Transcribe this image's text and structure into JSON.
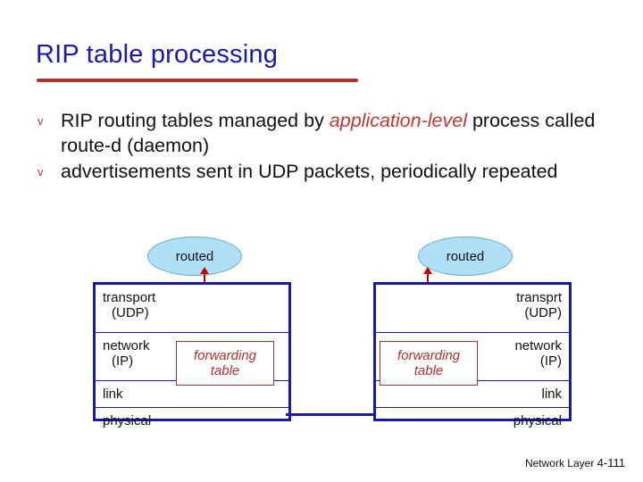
{
  "slide": {
    "title": "RIP table processing",
    "bullets": [
      {
        "marker": "v",
        "pre": "RIP routing tables managed by ",
        "emphasis": "application-level",
        "post": " process called route-d (daemon)"
      },
      {
        "marker": "v",
        "pre": "advertisements sent in UDP packets, periodically repeated",
        "emphasis": "",
        "post": ""
      }
    ],
    "footer": {
      "label": "Network Layer",
      "page": "4-111"
    }
  },
  "diagram": {
    "left_process": "routed",
    "right_process": "routed",
    "left_stack": {
      "rows": [
        {
          "line1": "transport",
          "line2": "(UDP)"
        },
        {
          "line1": "network",
          "line2": "(IP)"
        },
        {
          "line1": "link",
          "line2": ""
        },
        {
          "line1": "physical",
          "line2": ""
        }
      ]
    },
    "right_stack": {
      "rows": [
        {
          "line1": "transprt",
          "line2": "(UDP)"
        },
        {
          "line1": "network",
          "line2": "(IP)"
        },
        {
          "line1": "link",
          "line2": ""
        },
        {
          "line1": "physical",
          "line2": ""
        }
      ]
    },
    "forwarding_table_left": {
      "line1": "forwarding",
      "line2": "table"
    },
    "forwarding_table_right": {
      "line1": "forwarding",
      "line2": "table"
    },
    "colors": {
      "title": "#1a1aa8",
      "underline": "#b03030",
      "ellipse_fill": "#aee0f7",
      "stack_border": "#1a1aa8",
      "arrow": "#cc0000",
      "table_border": "#b03030"
    }
  }
}
